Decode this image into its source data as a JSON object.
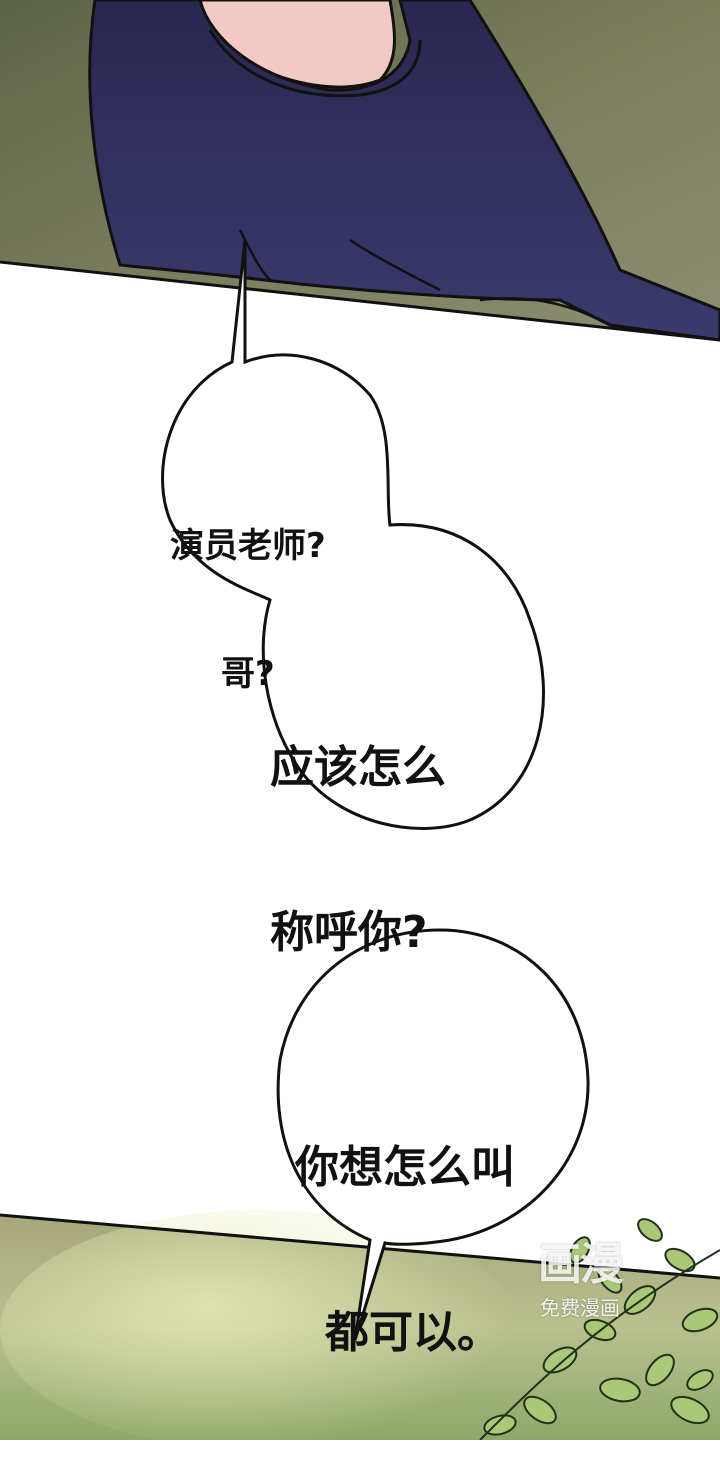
{
  "bubbles": {
    "first": {
      "line1": "演员老师?",
      "line2": "哥?"
    },
    "second": {
      "line1": "应该怎么",
      "line2": "称呼你?"
    },
    "third": {
      "line1": "你想怎么叫",
      "line2": "都可以。"
    }
  },
  "watermark": {
    "logo": "画漫",
    "subtitle": "免费漫画"
  },
  "colors": {
    "sweater": "#2b2a55",
    "background_top": "#6f7452",
    "foliage": "#9bb86a",
    "ink": "#111111"
  }
}
